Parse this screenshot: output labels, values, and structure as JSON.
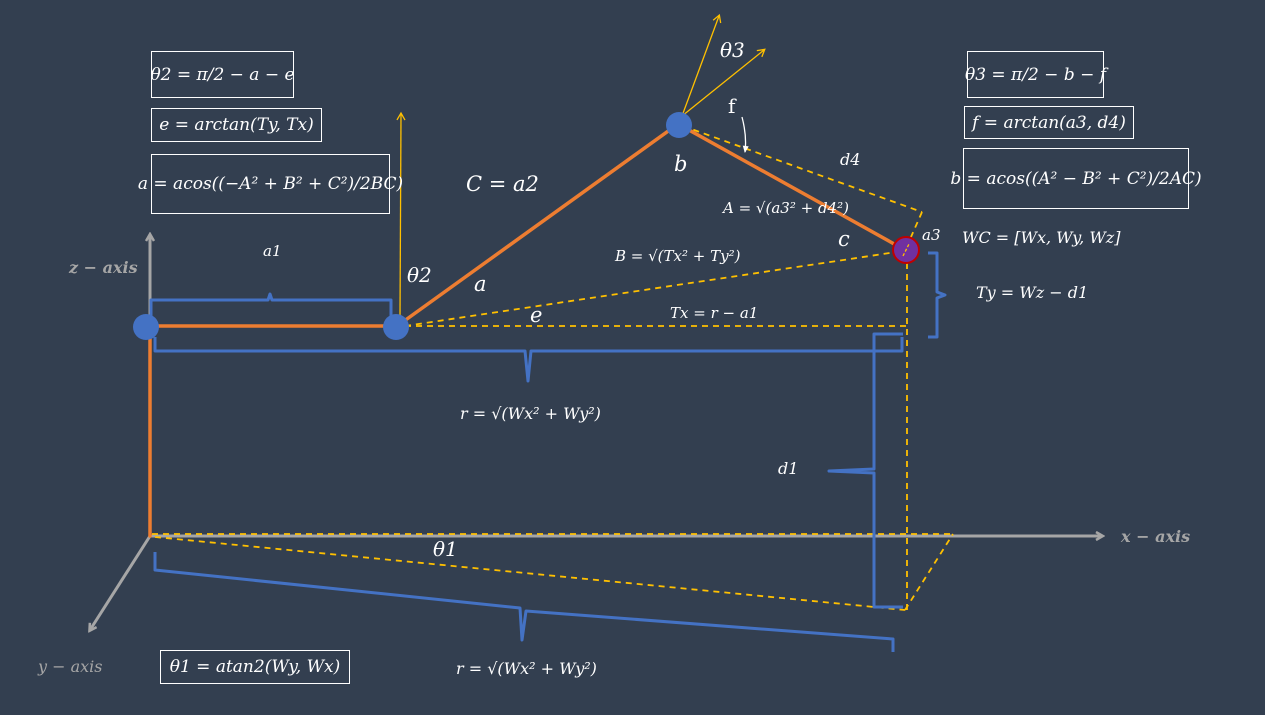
{
  "colors": {
    "background": "#333F50",
    "link": "#ED7D31",
    "joint": "#4472C4",
    "wrist": "#7030A0",
    "bracket": "#4472C4",
    "dashed": "#FFC000",
    "axis": "#A6A6A6"
  },
  "axes": {
    "x": "x − axis",
    "y": "y − axis",
    "z": "z − axis"
  },
  "formulas": {
    "theta2": "θ2 = π/2 − a − e",
    "e_def": "e = arctan(Ty, Tx)",
    "a_def": "a = acos((−A² + B² + C²)/2BC)",
    "theta3": "θ3 = π/2 − b − f",
    "f_def": "f = arctan(a3, d4)",
    "b_def": "b = acos((A² − B² + C²)/2AC)",
    "theta1": "θ1 = atan2(Wy, Wx)"
  },
  "labels": {
    "a1": "a1",
    "theta2": "θ2",
    "theta3": "θ3",
    "theta1": "θ1",
    "C": "C = a2",
    "a": "a",
    "b": "b",
    "c": "c",
    "e": "e",
    "f": "f",
    "d4": "d4",
    "a3": "a3",
    "d1": "d1",
    "A": "A = √(a3² + d4²)",
    "B": "B = √(Tx² + Ty²)",
    "Tx": "Tx = r − a1",
    "Ty": "Ty = Wz − d1",
    "WC": "WC = [Wx, Wy, Wz]",
    "r_top": "r = √(Wx² + Wy²)",
    "r_bottom": "r = √(Wx² + Wy²)"
  }
}
